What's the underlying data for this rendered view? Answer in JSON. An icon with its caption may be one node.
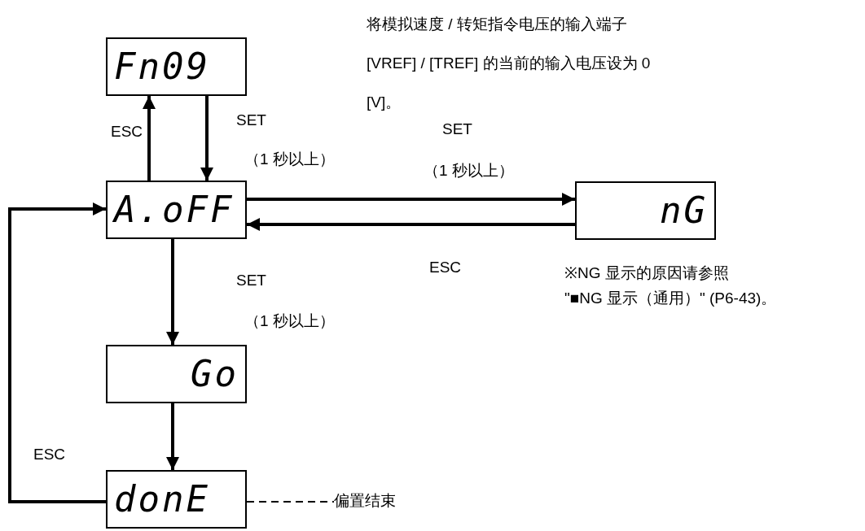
{
  "diagram": {
    "nodes": [
      {
        "text": [
          "Fn09"
        ]
      },
      {
        "text": [
          "A.oFF"
        ]
      },
      {
        "text": [
          "nG"
        ],
        "beside": [
          "※NG 显示的原因请参照",
          "\"■NG 显示（通用）\" (P6-43)。"
        ]
      },
      {
        "text": [
          "Go"
        ]
      },
      {
        "text": [
          "donE"
        ]
      },
      {
        "text": [
          "偏置结束"
        ]
      }
    ],
    "edges": [
      {
        "from": 1,
        "to": 0,
        "arrow": "to",
        "label": "ESC"
      },
      {
        "from": 0,
        "to": 1,
        "arrow": "to",
        "label": "SET"
      },
      {
        "from": 1,
        "to": 2,
        "arrow": "to",
        "label": "SET"
      },
      {
        "from": 2,
        "to": 1,
        "arrow": "to",
        "label": "ESC"
      },
      {
        "from": 1,
        "to": 3,
        "arrow": "to",
        "label": "SET"
      },
      {
        "from": 3,
        "to": 4,
        "arrow": "to"
      },
      {
        "from": 4,
        "to": 1,
        "arrow": "to",
        "label": "ESC"
      },
      {
        "from": 4,
        "to": 5,
        "arrow": "none",
        "style": "dashed"
      }
    ],
    "labels": [
      "将模拟速度 / 转矩指令电压的输入端子 [VREF] / [TREF] 的当前的输入电压设为 0 [V]。",
      "（1 秒以上）",
      "（1 秒以上）",
      "（1 秒以上）"
    ]
  }
}
